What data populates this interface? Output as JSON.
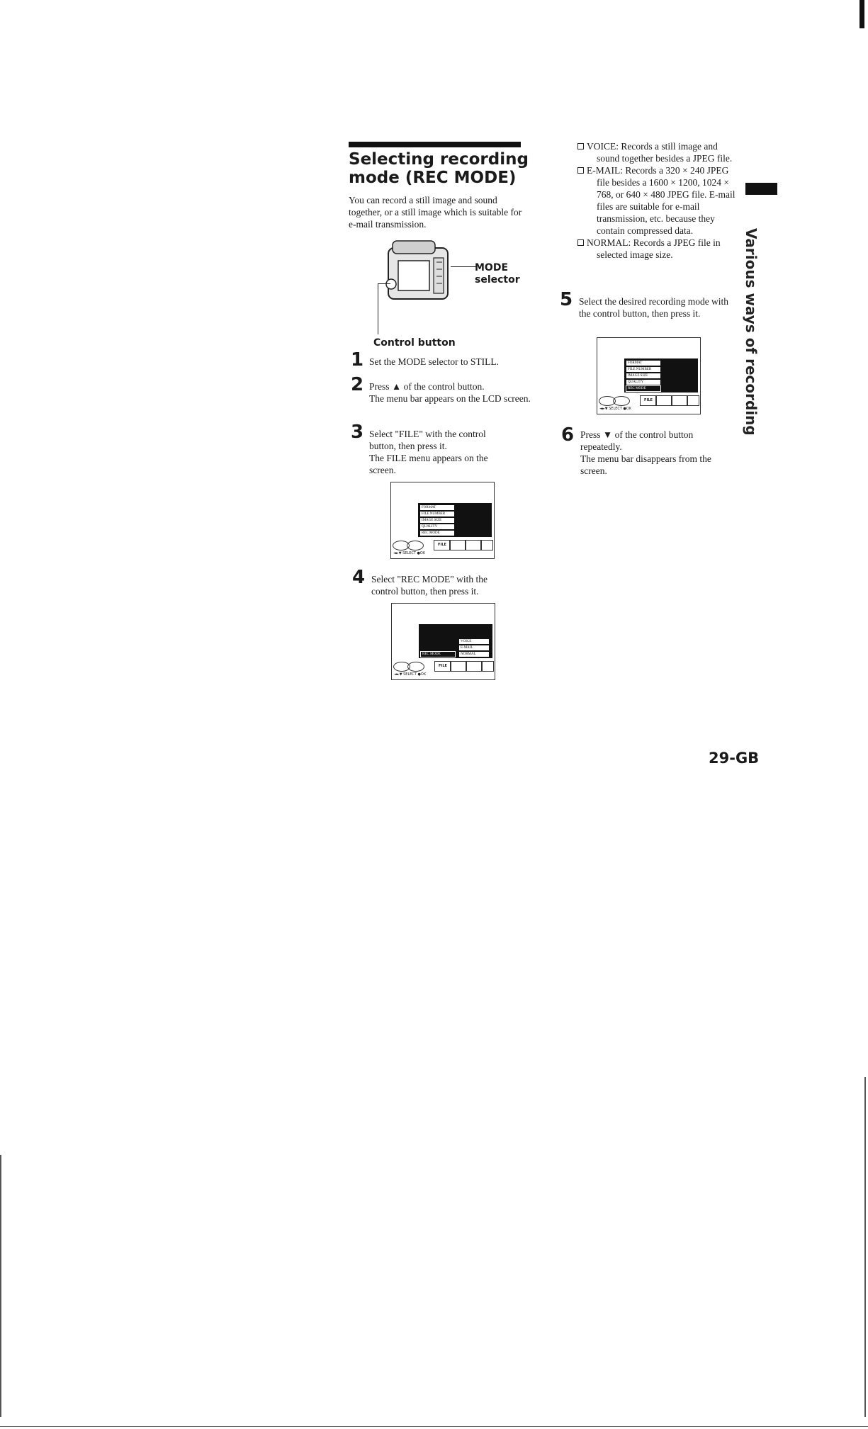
{
  "title": "Selecting recording mode (REC MODE)",
  "intro": "You can record a still image and sound together, or a still image which is suitable for e-mail transmission.",
  "figure": {
    "mode_selector_label": "MODE selector",
    "control_button_label": "Control button"
  },
  "steps": [
    {
      "num": "1",
      "text": "Set the MODE selector to STILL."
    },
    {
      "num": "2",
      "text": "Press ▲ of the control button.",
      "note": "The menu bar appears on the LCD screen."
    },
    {
      "num": "3",
      "text": "Select \"FILE\" with the control button, then press it.",
      "note": "The FILE menu appears on the screen."
    },
    {
      "num": "4",
      "text": "Select \"REC MODE\" with the control button, then press it."
    },
    {
      "num": "5",
      "text": "Select the desired recording mode with the control button, then press it."
    },
    {
      "num": "6",
      "text": "Press ▼ of the control button repeatedly.",
      "note": "The menu bar disappears from the screen."
    }
  ],
  "options": [
    {
      "name": "VOICE",
      "text": "VOICE: Records a still image and sound together besides a JPEG file."
    },
    {
      "name": "E-MAIL",
      "text": "E-MAIL: Records a 320 × 240 JPEG file besides a 1600 × 1200, 1024 × 768, or 640 × 480 JPEG file. E-mail files are suitable for e-mail transmission, etc. because they contain compressed data."
    },
    {
      "name": "NORMAL",
      "text": "NORMAL: Records a JPEG file in selected image size."
    }
  ],
  "lcd": {
    "menu_items": [
      "FORMAT",
      "FILE NUMBER",
      "IMAGE SIZE",
      "QUALITY",
      "REC MODE"
    ],
    "submenu_items": [
      "VOICE",
      "E-MAIL",
      "NORMAL"
    ],
    "tab_label": "FILE",
    "bottom_text": "◄►▼ SELECT  ●OK"
  },
  "side_tab_text": "Various ways of recording",
  "page_number": "29-GB"
}
